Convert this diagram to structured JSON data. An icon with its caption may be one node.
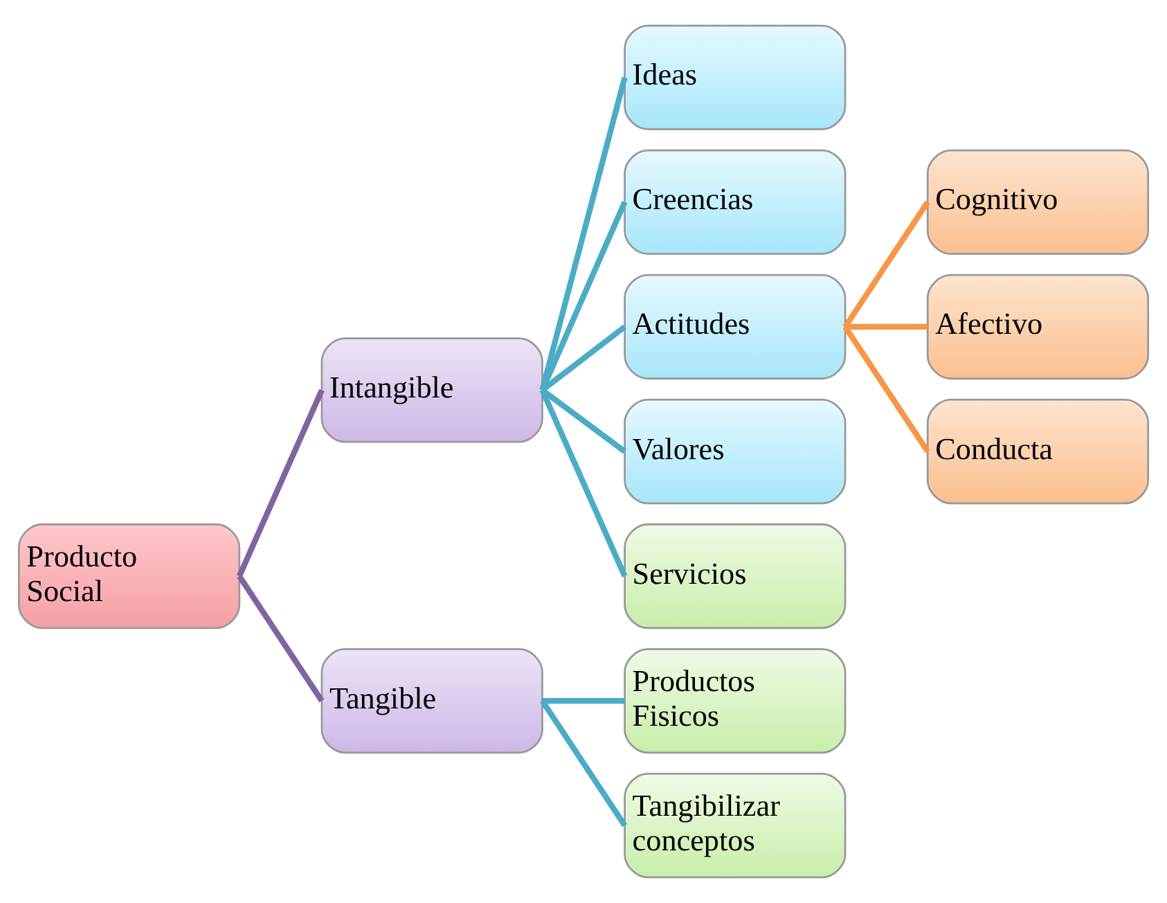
{
  "diagram": {
    "nodes": [
      {
        "text": [
          "Producto Social"
        ]
      },
      {
        "text": [
          "Intangible"
        ]
      },
      {
        "text": [
          "Tangible"
        ]
      },
      {
        "text": [
          "Ideas"
        ]
      },
      {
        "text": [
          "Creencias"
        ]
      },
      {
        "text": [
          "Actitudes"
        ]
      },
      {
        "text": [
          "Valores"
        ]
      },
      {
        "text": [
          "Servicios"
        ]
      },
      {
        "text": [
          "Productos Fisicos"
        ]
      },
      {
        "text": [
          "Tangibilizar conceptos"
        ]
      },
      {
        "text": [
          "Cognitivo"
        ]
      },
      {
        "text": [
          "Afectivo"
        ]
      },
      {
        "text": [
          "Conducta"
        ]
      }
    ],
    "edges": [
      {
        "from": 0,
        "to": 1,
        "arrow": "none",
        "color": "#8064a2"
      },
      {
        "from": 0,
        "to": 2,
        "arrow": "none",
        "color": "#8064a2"
      },
      {
        "from": 1,
        "to": 3,
        "arrow": "none"
      },
      {
        "from": 1,
        "to": 4,
        "arrow": "none"
      },
      {
        "from": 1,
        "to": 5,
        "arrow": "none"
      },
      {
        "from": 1,
        "to": 6,
        "arrow": "none"
      },
      {
        "from": 1,
        "to": 7,
        "arrow": "none"
      },
      {
        "from": 2,
        "to": 8,
        "arrow": "none"
      },
      {
        "from": 2,
        "to": 9,
        "arrow": "none"
      },
      {
        "from": 5,
        "to": 10,
        "arrow": "none",
        "color": "#f79646"
      },
      {
        "from": 5,
        "to": 11,
        "arrow": "none",
        "color": "#f79646"
      },
      {
        "from": 5,
        "to": 12,
        "arrow": "none",
        "color": "#f79646"
      }
    ]
  }
}
